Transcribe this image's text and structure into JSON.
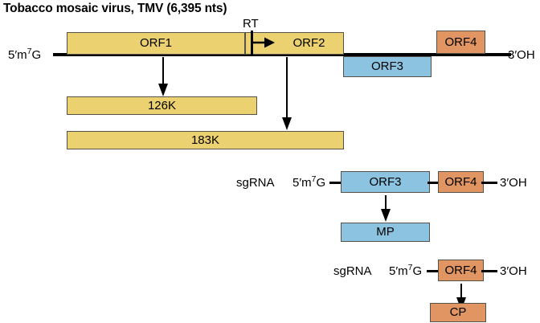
{
  "figure": {
    "title": "Tobacco mosaic virus, TMV (6,395 nts)",
    "colors": {
      "replicase_yellow": "#ecd170",
      "movement_blue": "#8cc3e0",
      "coat_orange": "#e09562",
      "outline": "#55524a",
      "backbone": "#000000"
    }
  },
  "genome": {
    "five_prime_label": "5′m⁷G",
    "three_prime_label": "3′OH",
    "rt_label": "RT",
    "orfs": [
      {
        "name": "ORF1",
        "label": "ORF1",
        "color": "yellow",
        "frame": "top"
      },
      {
        "name": "ORF2",
        "label": "ORF2",
        "color": "yellow",
        "frame": "top"
      },
      {
        "name": "ORF3",
        "label": "ORF3",
        "color": "blue",
        "frame": "bottom"
      },
      {
        "name": "ORF4",
        "label": "ORF4",
        "color": "orange",
        "frame": "top"
      }
    ],
    "products": [
      {
        "name": "126K",
        "label": "126K",
        "color": "yellow",
        "from": "ORF1"
      },
      {
        "name": "183K",
        "label": "183K",
        "color": "yellow",
        "from": "ORF1+ORF2 readthrough"
      }
    ]
  },
  "sgrna1": {
    "name_label": "sgRNA",
    "five_prime_label": "5′m⁷G",
    "three_prime_label": "3′OH",
    "orf_main": "ORF3",
    "orf_secondary": "ORF4",
    "product": "MP"
  },
  "sgrna2": {
    "name_label": "sgRNA",
    "five_prime_label": "5′m⁷G",
    "three_prime_label": "3′OH",
    "orf_main": "ORF4",
    "product": "CP"
  }
}
